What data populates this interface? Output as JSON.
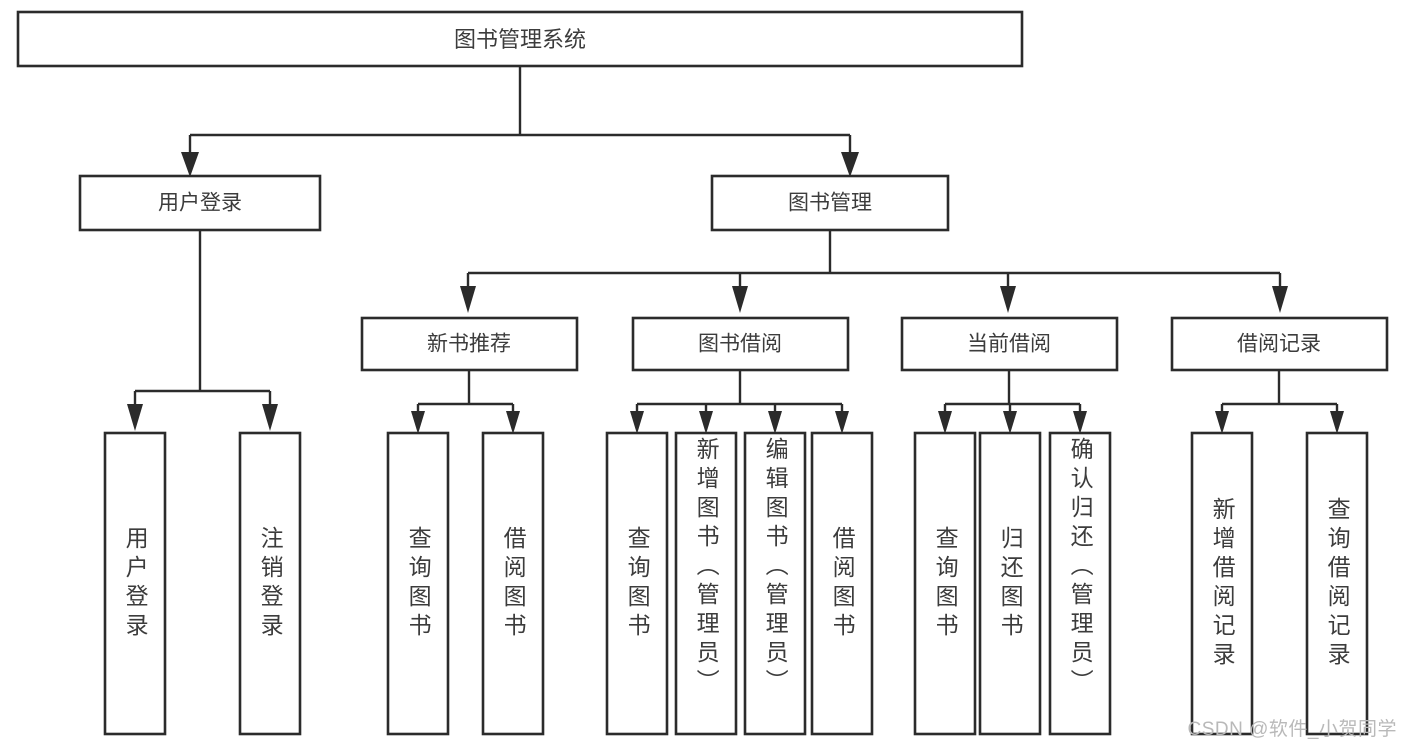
{
  "diagram": {
    "title": "图书管理系统",
    "type": "tree",
    "root": {
      "id": "root",
      "label": "图书管理系统",
      "orientation": "horizontal"
    },
    "level2": [
      {
        "id": "user-login",
        "label": "用户登录",
        "orientation": "horizontal"
      },
      {
        "id": "book-manage",
        "label": "图书管理",
        "orientation": "horizontal"
      }
    ],
    "level3": [
      {
        "id": "new-book-recommend",
        "label": "新书推荐",
        "parent": "book-manage",
        "orientation": "horizontal"
      },
      {
        "id": "book-borrow",
        "label": "图书借阅",
        "parent": "book-manage",
        "orientation": "horizontal"
      },
      {
        "id": "current-borrow",
        "label": "当前借阅",
        "parent": "book-manage",
        "orientation": "horizontal"
      },
      {
        "id": "borrow-record",
        "label": "借阅记录",
        "parent": "book-manage",
        "orientation": "horizontal"
      }
    ],
    "leaves": [
      {
        "id": "leaf-user-login",
        "label": "用户登录",
        "parent": "user-login",
        "orientation": "vertical"
      },
      {
        "id": "leaf-logout",
        "label": "注销登录",
        "parent": "user-login",
        "orientation": "vertical"
      },
      {
        "id": "leaf-query-book-rec",
        "label": "查询图书",
        "parent": "new-book-recommend",
        "orientation": "vertical"
      },
      {
        "id": "leaf-borrow-book-rec",
        "label": "借阅图书",
        "parent": "new-book-recommend",
        "orientation": "vertical"
      },
      {
        "id": "leaf-query-book-borrow",
        "label": "查询图书",
        "parent": "book-borrow",
        "orientation": "vertical"
      },
      {
        "id": "leaf-add-book",
        "label": "新增图书（管理员）",
        "parent": "book-borrow",
        "orientation": "vertical"
      },
      {
        "id": "leaf-edit-book",
        "label": "编辑图书（管理员）",
        "parent": "book-borrow",
        "orientation": "vertical"
      },
      {
        "id": "leaf-borrow-book",
        "label": "借阅图书",
        "parent": "book-borrow",
        "orientation": "vertical"
      },
      {
        "id": "leaf-query-book-current",
        "label": "查询图书",
        "parent": "current-borrow",
        "orientation": "vertical"
      },
      {
        "id": "leaf-return-book",
        "label": "归还图书",
        "parent": "current-borrow",
        "orientation": "vertical"
      },
      {
        "id": "leaf-confirm-return",
        "label": "确认归还（管理员）",
        "parent": "current-borrow",
        "orientation": "vertical"
      },
      {
        "id": "leaf-add-record",
        "label": "新增借阅记录",
        "parent": "borrow-record",
        "orientation": "vertical"
      },
      {
        "id": "leaf-query-record",
        "label": "查询借阅记录",
        "parent": "borrow-record",
        "orientation": "vertical"
      }
    ],
    "colors": {
      "box_stroke": "#2b2b2b",
      "box_fill": "#ffffff",
      "text": "#3c3c3c",
      "connector": "#2b2b2b",
      "background": "#ffffff",
      "watermark": "#b9b9b9"
    }
  },
  "watermark": {
    "text": "CSDN @软件_小贺同学"
  }
}
